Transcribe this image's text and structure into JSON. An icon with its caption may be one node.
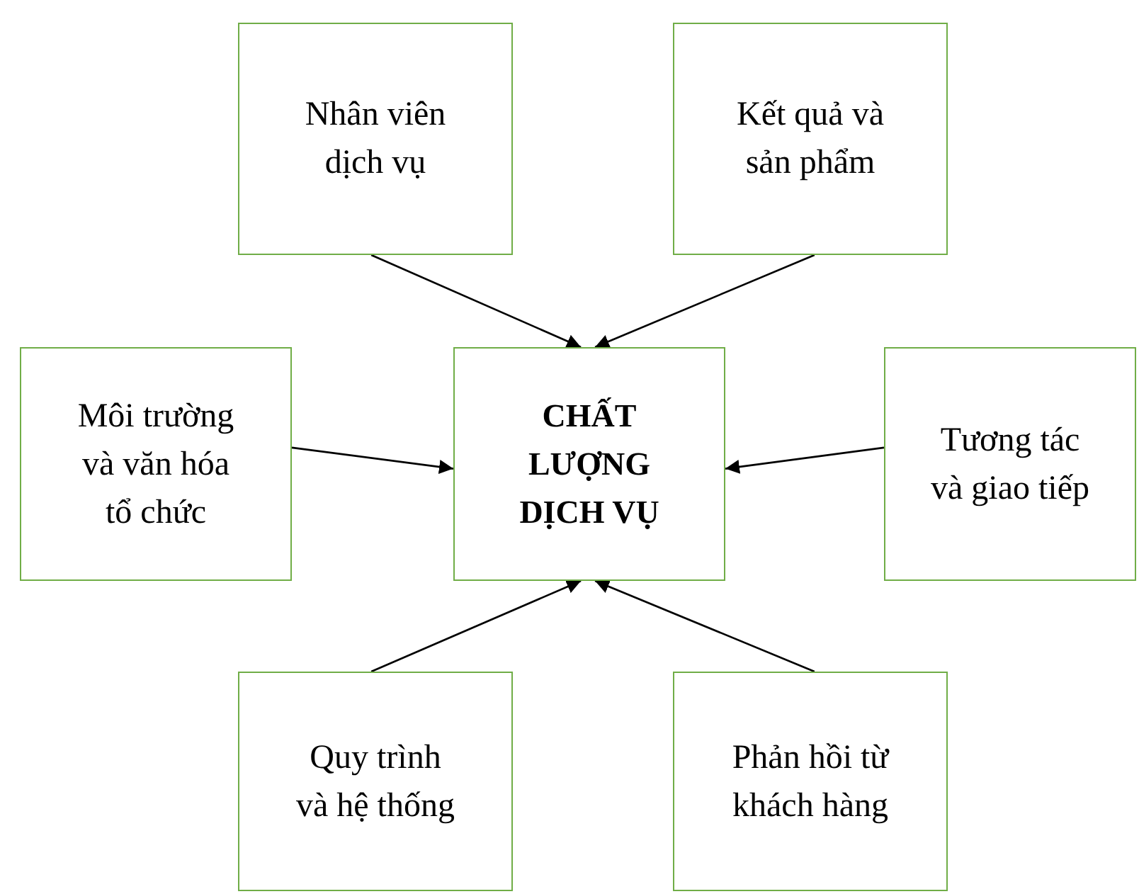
{
  "diagram": {
    "nodes": [
      {
        "text": [
          "Nhân viên dịch vụ"
        ]
      },
      {
        "text": [
          "Kết quả và sản phẩm"
        ]
      },
      {
        "text": [
          "Môi trường và văn hóa tổ chức"
        ]
      },
      {
        "text": [
          "CHẤT LƯỢNG DỊCH VỤ"
        ]
      },
      {
        "text": [
          "Tương tác và giao tiếp"
        ]
      },
      {
        "text": [
          "Quy trình và hệ thống"
        ]
      },
      {
        "text": [
          "Phản hồi từ khách hàng"
        ]
      }
    ],
    "edges": [
      {
        "from": 0,
        "to": 3,
        "arrow": "to"
      },
      {
        "from": 1,
        "to": 3,
        "arrow": "to"
      },
      {
        "from": 2,
        "to": 3,
        "arrow": "to"
      },
      {
        "from": 4,
        "to": 3,
        "arrow": "to"
      },
      {
        "from": 5,
        "to": 3,
        "arrow": "to"
      },
      {
        "from": 6,
        "to": 3,
        "arrow": "to"
      }
    ]
  }
}
